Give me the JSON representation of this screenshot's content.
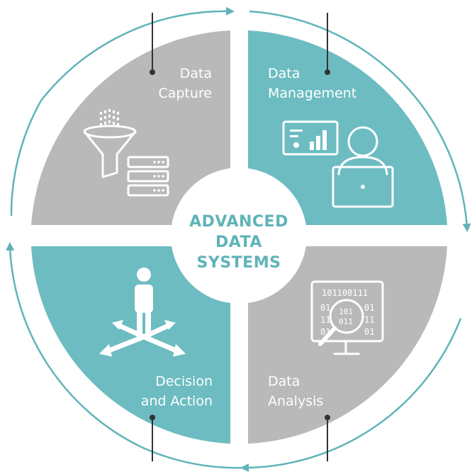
{
  "colors": {
    "gray": "#b9b9b9",
    "teal": "#6cbcc1",
    "ring": "#5fb3b8",
    "center_text": "#5fb3b8",
    "pointer": "#333333"
  },
  "center": {
    "line1": "ADVANCED",
    "line2": "DATA",
    "line3": "SYSTEMS"
  },
  "quadrants": [
    {
      "id": "capture",
      "label1": "Data",
      "label2": "Capture",
      "fill": "gray",
      "icon": "funnel-server-icon"
    },
    {
      "id": "management",
      "label1": "Data",
      "label2": "Management",
      "fill": "teal",
      "icon": "person-laptop-chart-icon"
    },
    {
      "id": "analysis",
      "label1": "Data",
      "label2": "Analysis",
      "fill": "gray",
      "icon": "magnifier-binary-icon"
    },
    {
      "id": "decision",
      "label1": "Decision",
      "label2": "and Action",
      "fill": "teal",
      "icon": "person-crossroads-icon"
    }
  ],
  "binary": {
    "row1": "101100111",
    "row2": "01",
    "row3": "11",
    "row4": "01",
    "lens1": "101",
    "lens2": "011"
  }
}
